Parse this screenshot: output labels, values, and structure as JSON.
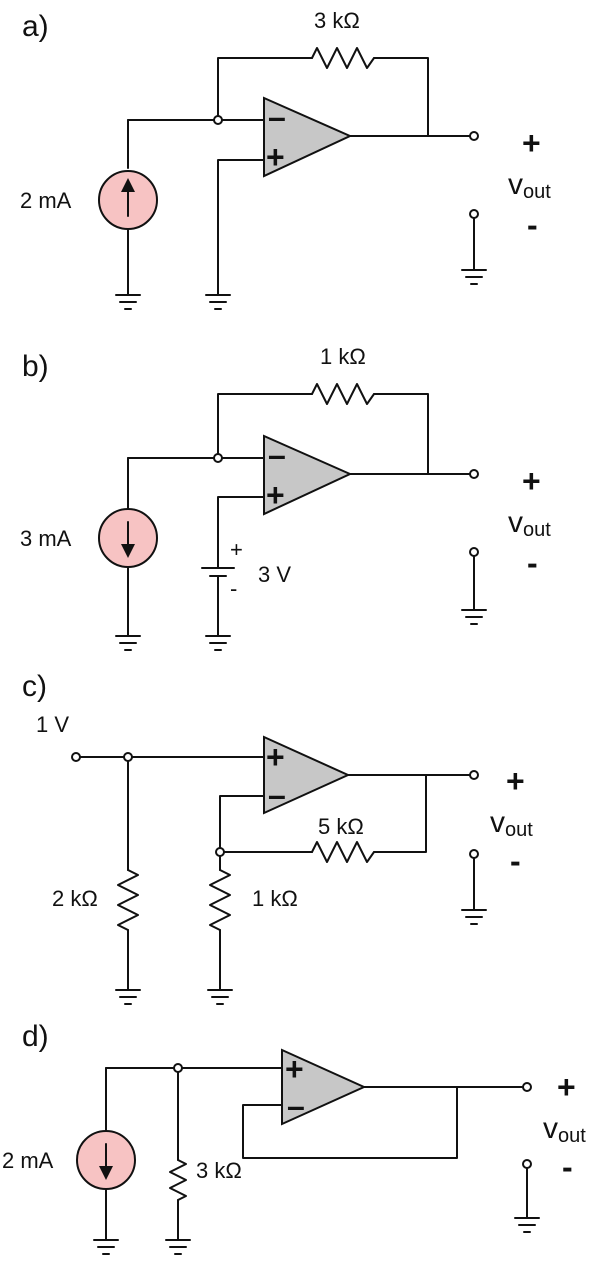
{
  "colors": {
    "wire": "#111111",
    "opamp_fill": "#c7c7c7",
    "source_fill": "#f7c3c3"
  },
  "circuits": [
    {
      "label": "a)",
      "source_label": "2 mA",
      "source_direction": "up",
      "feedback_resistor": "3 kΩ",
      "inv_pin": "–",
      "noninv_pin": "+",
      "out_plus": "+",
      "out_minus": "-",
      "vout": "v",
      "vout_sub": "out"
    },
    {
      "label": "b)",
      "source_label": "3 mA",
      "source_direction": "down",
      "feedback_resistor": "1 kΩ",
      "battery_label": "3 V",
      "battery_plus": "+",
      "battery_minus": "-",
      "inv_pin": "–",
      "noninv_pin": "+",
      "out_plus": "+",
      "out_minus": "-",
      "vout": "v",
      "vout_sub": "out"
    },
    {
      "label": "c)",
      "input_voltage": "1 V",
      "feedback_resistor": "5 kΩ",
      "left_resistor": "2 kΩ",
      "ground_resistor": "1 kΩ",
      "noninv_pin": "+",
      "inv_pin": "–",
      "out_plus": "+",
      "out_minus": "-",
      "vout": "v",
      "vout_sub": "out"
    },
    {
      "label": "d)",
      "source_label": "2 mA",
      "source_direction": "down",
      "shunt_resistor": "3 kΩ",
      "noninv_pin": "+",
      "inv_pin": "–",
      "out_plus": "+",
      "out_minus": "-",
      "vout": "v",
      "vout_sub": "out"
    }
  ]
}
